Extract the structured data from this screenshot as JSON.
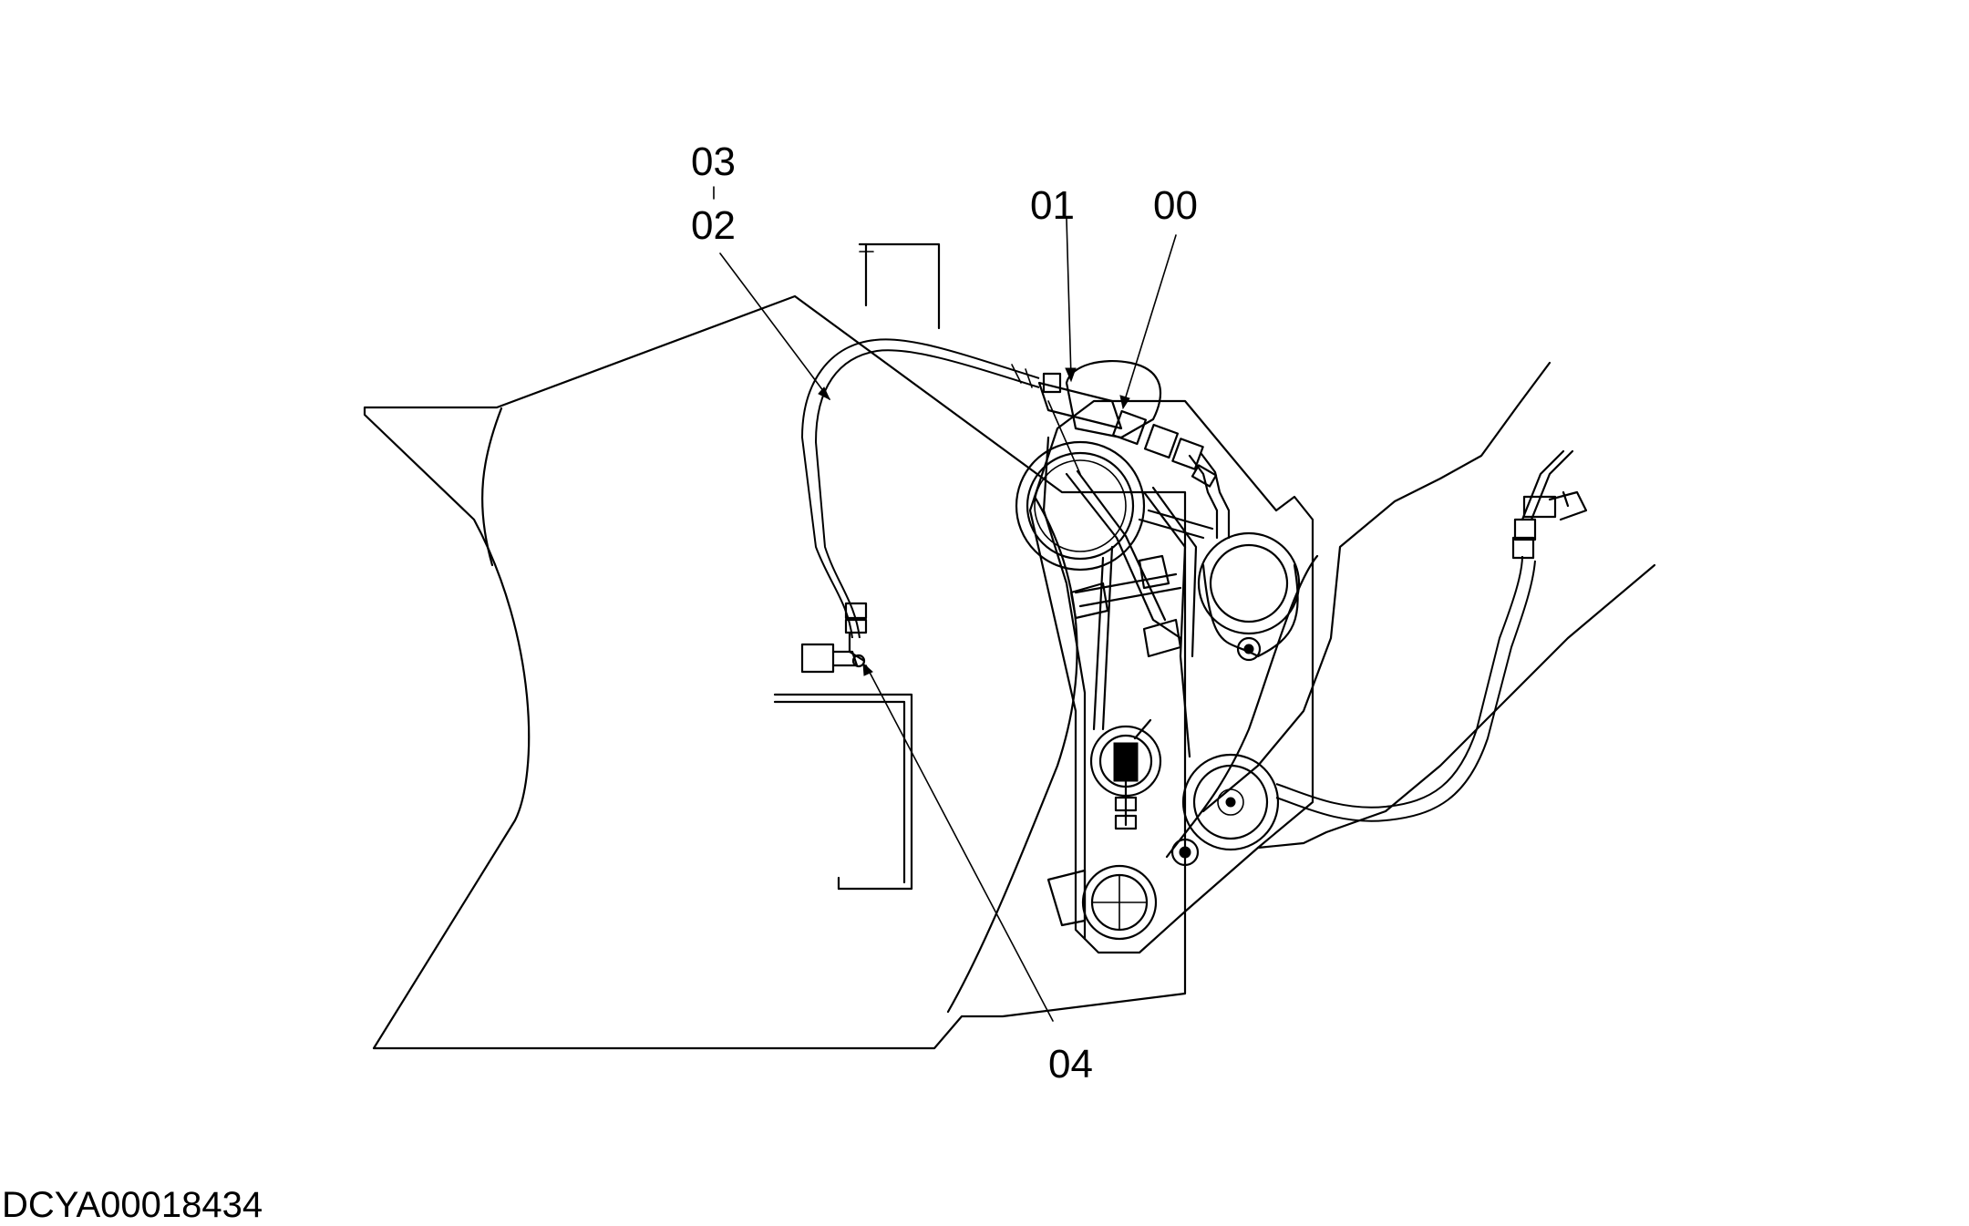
{
  "callouts": {
    "c03": "03",
    "c02": "02",
    "c01": "01",
    "c00": "00",
    "c04": "04"
  },
  "drawing_id": "DCYA00018434"
}
